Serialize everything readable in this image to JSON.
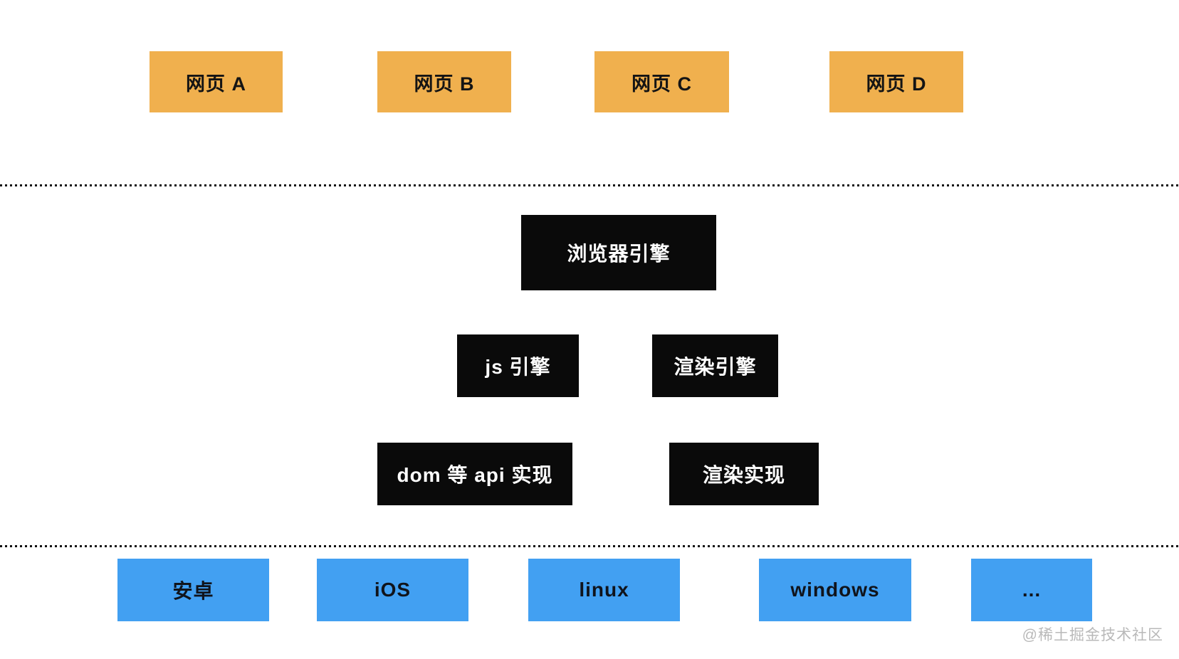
{
  "diagram": {
    "title_hint": "browser architecture diagram",
    "webpage_row": {
      "items": [
        {
          "label": "网页 A"
        },
        {
          "label": "网页 B"
        },
        {
          "label": "网页 C"
        },
        {
          "label": "网页 D"
        }
      ]
    },
    "browser_engine": {
      "label": "浏览器引擎"
    },
    "engine_row": {
      "items": [
        {
          "label": "js 引擎"
        },
        {
          "label": "渲染引擎"
        }
      ]
    },
    "impl_row": {
      "items": [
        {
          "label": "dom 等 api 实现"
        },
        {
          "label": "渲染实现"
        }
      ]
    },
    "platform_row": {
      "items": [
        {
          "label": "安卓"
        },
        {
          "label": "iOS"
        },
        {
          "label": "linux"
        },
        {
          "label": "windows"
        },
        {
          "label": "..."
        }
      ]
    },
    "watermark": "@稀土掘金技术社区",
    "colors": {
      "webpage_box": "#f0b04e",
      "engine_box": "#0a0a0a",
      "platform_box": "#42a0f2",
      "dotted_line": "#111111",
      "watermark_text": "#b9b9b9",
      "background": "#ffffff"
    }
  }
}
